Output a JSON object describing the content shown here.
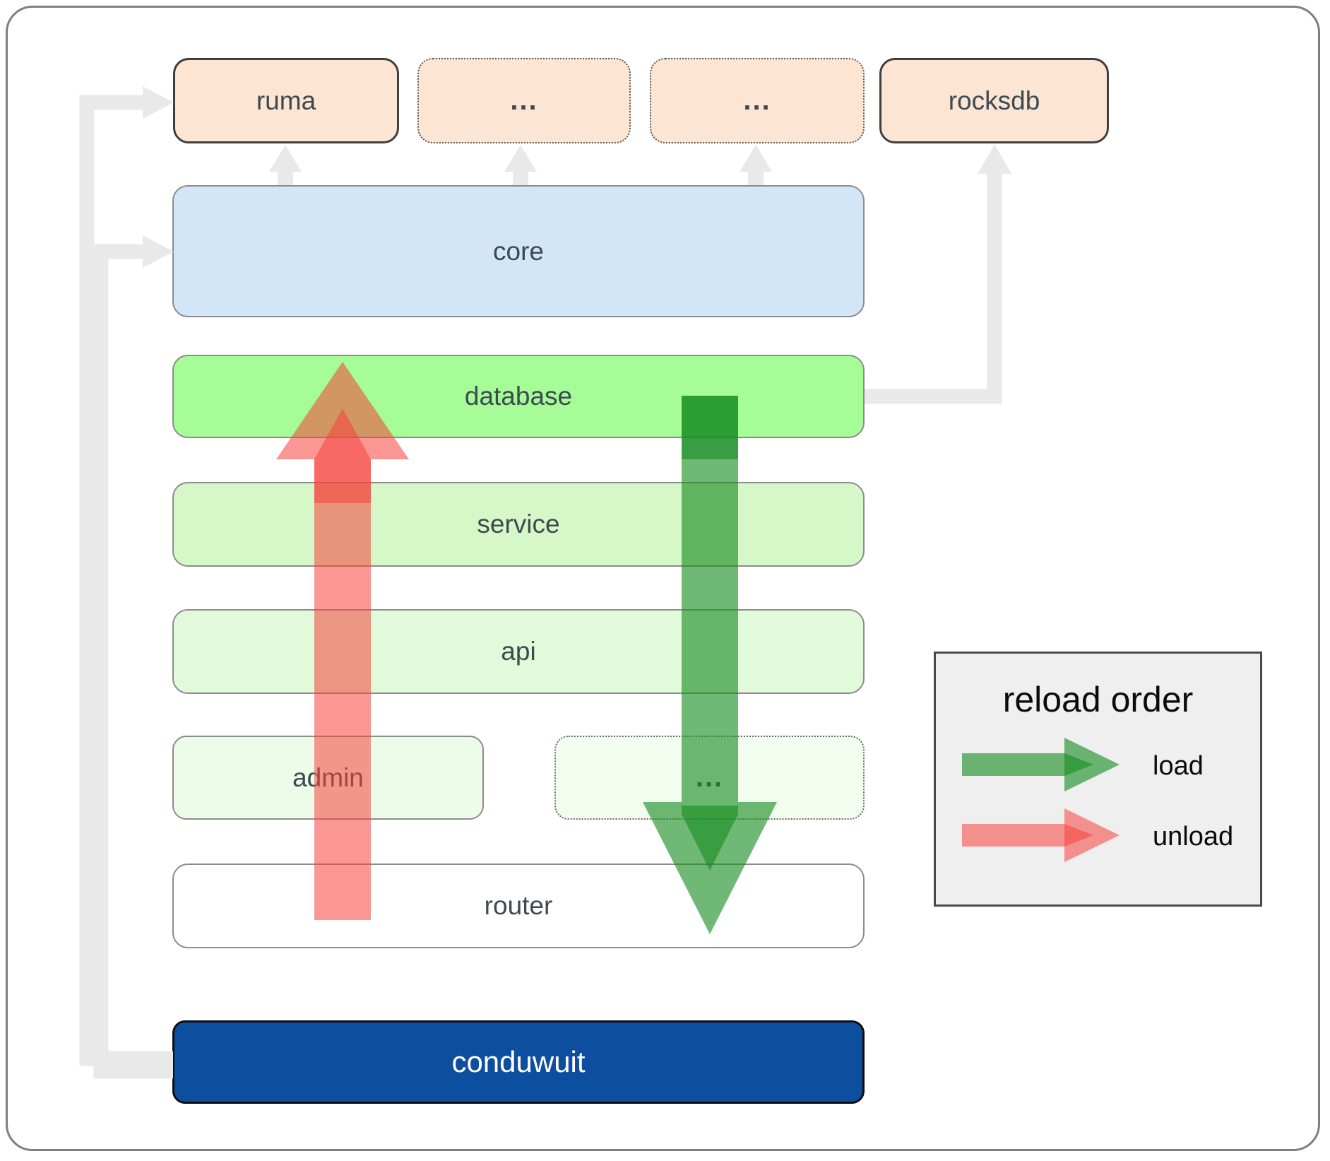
{
  "boxes": {
    "top_row": [
      {
        "label": "ruma",
        "border": "solid"
      },
      {
        "label": "...",
        "border": "dotted"
      },
      {
        "label": "...",
        "border": "dotted"
      },
      {
        "label": "rocksdb",
        "border": "solid"
      }
    ]
  },
  "layers": {
    "core": "core",
    "database": "database",
    "service": "service",
    "api": "api",
    "admin": "admin",
    "admin_ellipsis": "...",
    "router": "router",
    "app": "conduwuit"
  },
  "legend": {
    "title": "reload order",
    "items": [
      {
        "label": "load",
        "color": "#188d22"
      },
      {
        "label": "unload",
        "color": "#f5413d"
      }
    ]
  },
  "colors": {
    "load_arrow": "#188d22",
    "unload_arrow": "#f5413d",
    "connector": "#e9e9e9",
    "top_box_fill": "#fce5d3",
    "core_fill": "#d2e6f8",
    "database_fill": "#a6fc97",
    "service_fill": "#d6f8c8",
    "api_fill": "#e1fad9",
    "admin_fill": "#edfce9",
    "router_fill": "#ffffff",
    "app_fill": "#0d4f9e",
    "legend_fill": "#efefef"
  }
}
